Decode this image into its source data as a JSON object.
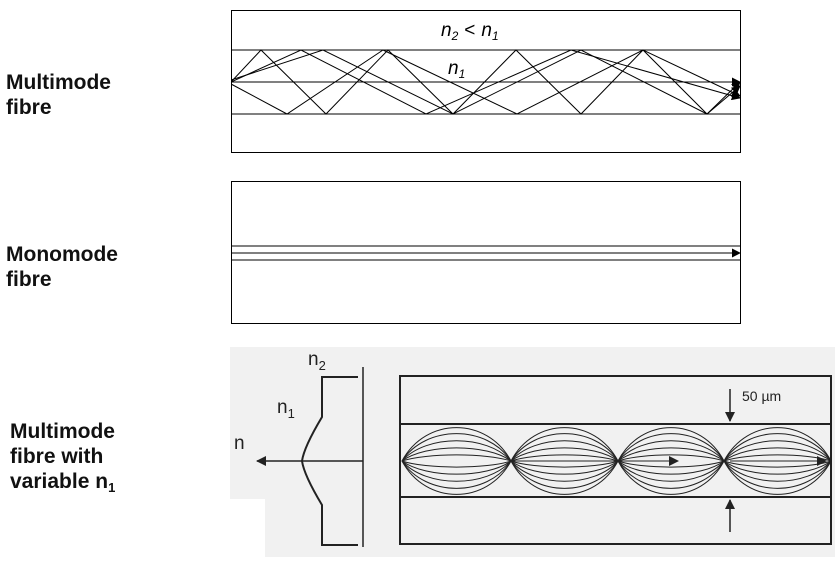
{
  "labels": {
    "multimode": [
      "Multimode",
      "fibre"
    ],
    "monomode": [
      "Monomode",
      "fibre"
    ],
    "graded": {
      "line1": "Multimode",
      "line2": "fibre with",
      "line3_main": "variable n",
      "line3_sub": "1"
    }
  },
  "multimode_diagram": {
    "cladding_n": "n",
    "cladding_n_sub": "2",
    "relation": "<",
    "core_n": "n",
    "core_n_sub": "1"
  },
  "graded_diagram": {
    "axis_label": "n",
    "n1": "n",
    "n1_sub": "1",
    "n2": "n",
    "n2_sub": "2",
    "core_width": "50 µm"
  },
  "colors": {
    "line": "#000000",
    "photo_bg": "#f1f1f1",
    "photo_line": "#222222"
  }
}
